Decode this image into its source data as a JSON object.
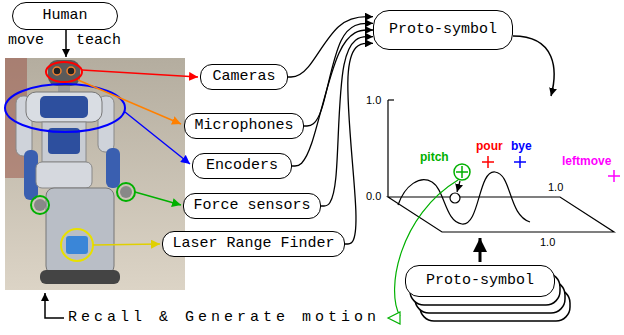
{
  "diagram": {
    "nodes": [
      {
        "text": [
          "Human"
        ]
      },
      {
        "text": [
          "Cameras"
        ]
      },
      {
        "text": [
          "Microphones"
        ]
      },
      {
        "text": [
          "Encoders"
        ]
      },
      {
        "text": [
          "Force sensors"
        ]
      },
      {
        "text": [
          "Laser Range Finder"
        ]
      },
      {
        "text": [
          "Proto-symbol"
        ]
      },
      {
        "text": [
          "Proto-symbol"
        ]
      }
    ],
    "edges": [
      {
        "from": 1,
        "to": 6,
        "arrow": "to"
      },
      {
        "from": 2,
        "to": 6,
        "arrow": "to"
      },
      {
        "from": 3,
        "to": 6,
        "arrow": "to"
      },
      {
        "from": 4,
        "to": 6,
        "arrow": "to"
      },
      {
        "from": 5,
        "to": 6,
        "arrow": "to"
      }
    ],
    "labels": [
      "move",
      "teach",
      "pour",
      "bye",
      "pitch",
      "leftmove",
      "1.0",
      "0.0",
      "1.0",
      "1.0",
      "Recall & Generate motion"
    ]
  }
}
